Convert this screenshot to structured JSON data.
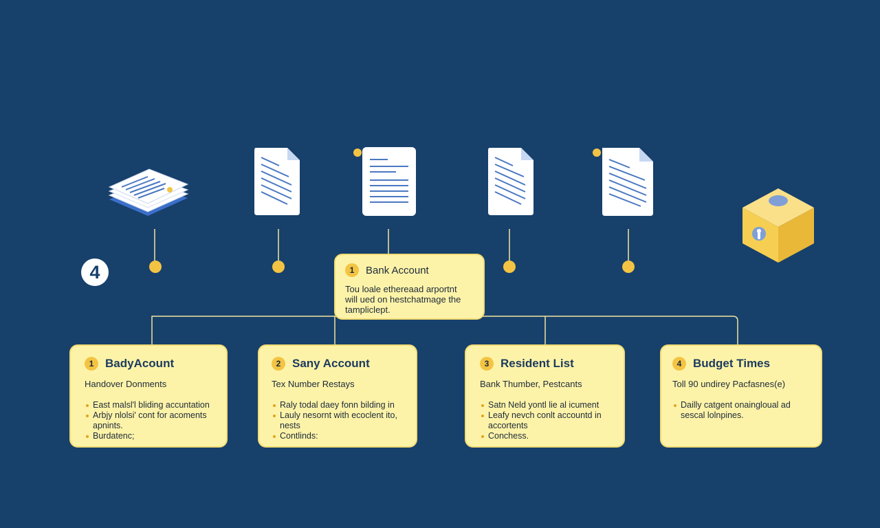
{
  "colors": {
    "background": "#17406b",
    "card_fill": "#fdf3a8",
    "accent_yellow": "#f3c443",
    "connector": "#f2e6a0",
    "doc_line": "#4a78c2"
  },
  "icons": {
    "top": [
      "document-stack-icon",
      "document-icon",
      "document-icon",
      "document-icon",
      "document-icon",
      "safe-box-icon"
    ]
  },
  "step_badge": "4",
  "header_card": {
    "number": "1",
    "title": "Bank Account",
    "description": [
      "Tou loale ethereaad arportnt",
      "will ued on hestchatmage the",
      "tampliclept."
    ]
  },
  "cards": [
    {
      "number": "1",
      "title": "BadyAcount",
      "subtitle": "Handover Donments",
      "bullets": [
        "East malsl'l bliding accuntation",
        "Arbjy nlolsi' cont for acoments apnints.",
        "Burdatenc;"
      ]
    },
    {
      "number": "2",
      "title": "Sany Account",
      "subtitle": "Tex Number Restays",
      "bullets": [
        "Raly todal daey fonn bilding in",
        "Lauly nesornt with ecoclent ito, nests",
        "Contlinds:"
      ]
    },
    {
      "number": "3",
      "title": "Resident List",
      "subtitle": "Bank Thumber, Pestcants",
      "bullets": [
        "Satn Neld yontl lie al icument",
        "Leafy nevch conlt accountd in accortents",
        "Conchess."
      ]
    },
    {
      "number": "4",
      "title": "Budget Times",
      "subtitle": "Toll 90 undirey Pacfasnes(e)",
      "bullets": [
        "Dailly catgent onaingloual ad sescal lolnpines."
      ]
    }
  ]
}
